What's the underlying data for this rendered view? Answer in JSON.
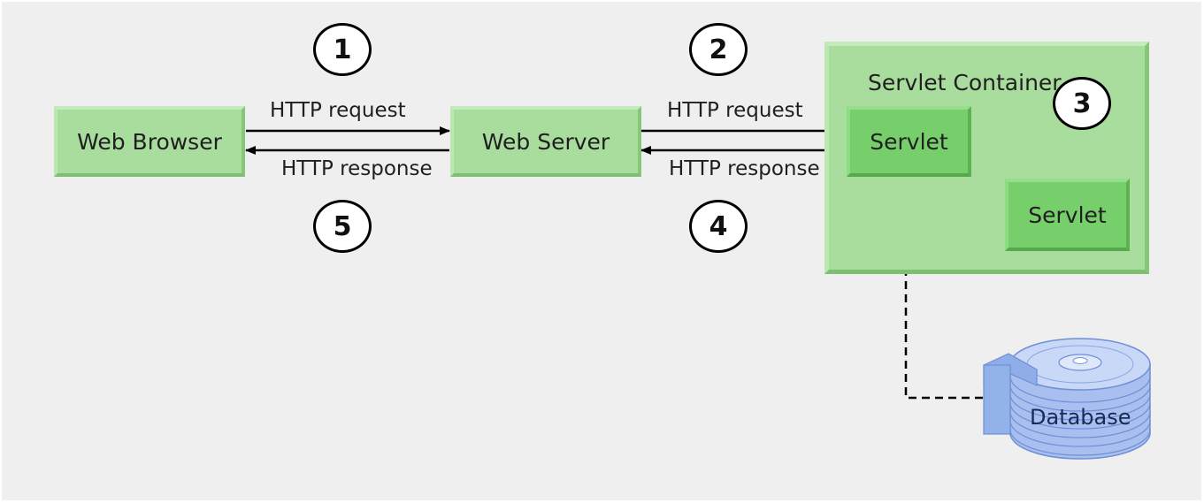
{
  "nodes": {
    "web_browser": "Web Browser",
    "web_server": "Web Server",
    "servlet_container": "Servlet Container",
    "servlet_primary": "Servlet",
    "servlet_secondary": "Servlet",
    "database": "Database"
  },
  "edges": {
    "request_1": "HTTP request",
    "response_1": "HTTP response",
    "request_2": "HTTP request",
    "response_2": "HTTP response"
  },
  "steps": [
    "1",
    "2",
    "3",
    "4",
    "5"
  ],
  "colors": {
    "box_fill": "#a9dd9d",
    "servlet_fill": "#76cf6a",
    "database_fill": "#a8bff0",
    "background": "#efefef"
  }
}
